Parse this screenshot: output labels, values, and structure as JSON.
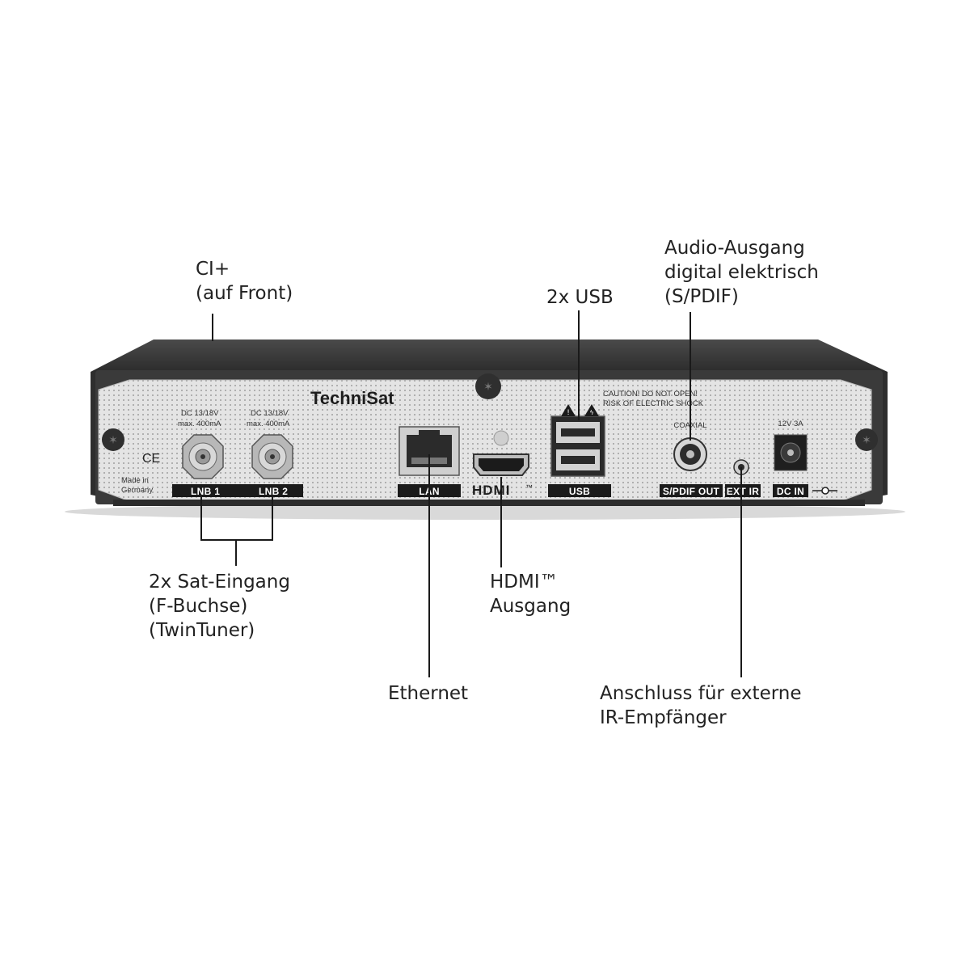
{
  "device": {
    "brand": "TechniSat",
    "ce_mark": "CE",
    "made_in": [
      "Made in",
      "Germany"
    ],
    "warning": [
      "CAUTION! DO NOT OPEN!",
      "RISK OF ELECTRIC SHOCK"
    ],
    "lnb_spec": [
      "DC 13/18V",
      "max. 400mA"
    ],
    "ports": {
      "lnb1": "LNB 1",
      "lnb2": "LNB 2",
      "lan": "LAN",
      "hdmi": "HDMI",
      "hdmi_tm": "™",
      "usb": "USB",
      "spdif": "S/PDIF OUT",
      "coaxial": "COAXIAL",
      "ext_ir": "EXT IR",
      "dc_in": "DC IN",
      "dc_spec": "12V 3A"
    }
  },
  "callouts": {
    "ci": [
      "CI+",
      "(auf Front)"
    ],
    "usb": [
      "2x USB"
    ],
    "audio": [
      "Audio-Ausgang",
      "digital elektrisch",
      "(S/PDIF)"
    ],
    "sat": [
      "2x Sat-Eingang",
      "(F-Buchse)",
      "(TwinTuner)"
    ],
    "hdmi": [
      "HDMI™",
      "Ausgang"
    ],
    "ethernet": [
      "Ethernet"
    ],
    "ir": [
      "Anschluss für externe",
      "IR-Empfänger"
    ]
  }
}
